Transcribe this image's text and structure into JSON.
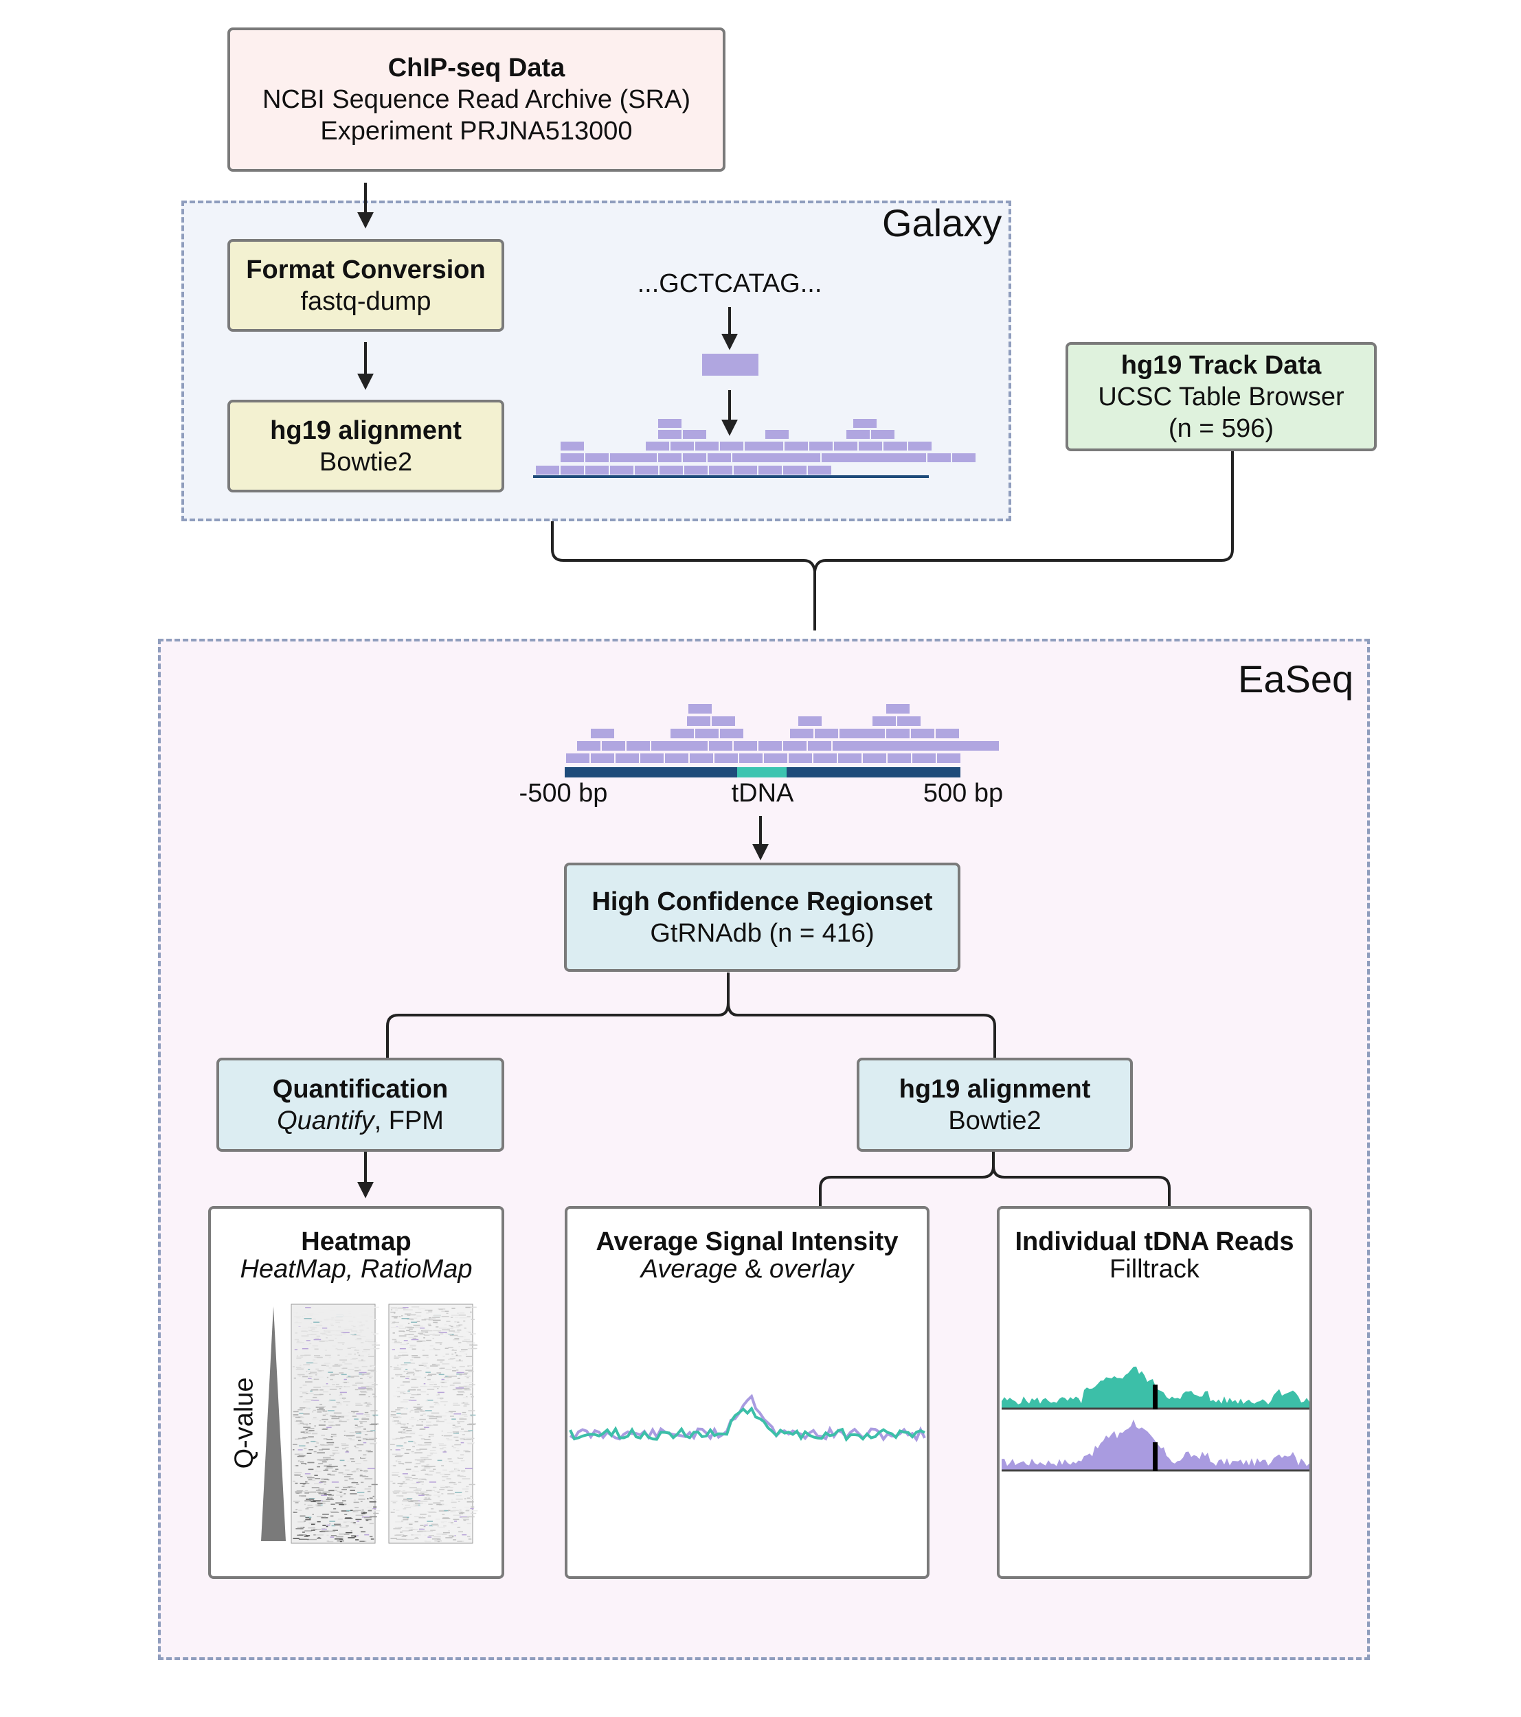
{
  "colors": {
    "read": "#b0a6e0",
    "dark_line": "#1e4b7a",
    "tdna": "#3cc4b0",
    "teal": "#3cbfa8",
    "purple": "#a99be0",
    "chip_bg": "#fdf0ef",
    "galaxy_bg": "#f1f4fa",
    "easeq_bg": "#fbf3fa",
    "yellow_box": "#f3f1d1",
    "green_box": "#dff2dd",
    "blue_box": "#dcedf2",
    "panel_border": "#8f9dbd"
  },
  "chipseq": {
    "title": "ChIP-seq Data",
    "line1": "NCBI Sequence Read Archive (SRA)",
    "line2": "Experiment PRJNA513000"
  },
  "galaxy": {
    "label": "Galaxy",
    "format": {
      "title": "Format Conversion",
      "sub": "fastq-dump"
    },
    "align": {
      "title": "hg19 alignment",
      "sub": "Bowtie2"
    },
    "sequence": "...GCTCATAG..."
  },
  "track": {
    "title": "hg19 Track Data",
    "line1": "UCSC Table Browser",
    "line2": "(n = 596)"
  },
  "easeq": {
    "label": "EaSeq",
    "left_tick": "-500 bp",
    "center_tick": "tDNA",
    "right_tick": "500 bp",
    "regionset": {
      "title": "High Confidence Regionset",
      "sub": "GtRNAdb (n = 416)"
    },
    "quant": {
      "title": "Quantification",
      "sub_italic": "Quantify",
      "sub_rest": ", FPM"
    },
    "align": {
      "title": "hg19 alignment",
      "sub": "Bowtie2"
    },
    "heatmap": {
      "title": "Heatmap",
      "sub": "HeatMap, RatioMap",
      "axis": "Q-value"
    },
    "average": {
      "title": "Average Signal Intensity",
      "sub_italic1": "Average",
      "sub_amp": " & ",
      "sub_italic2": "overlay"
    },
    "individual": {
      "title": "Individual tDNA Reads",
      "sub": "Filltrack"
    }
  }
}
